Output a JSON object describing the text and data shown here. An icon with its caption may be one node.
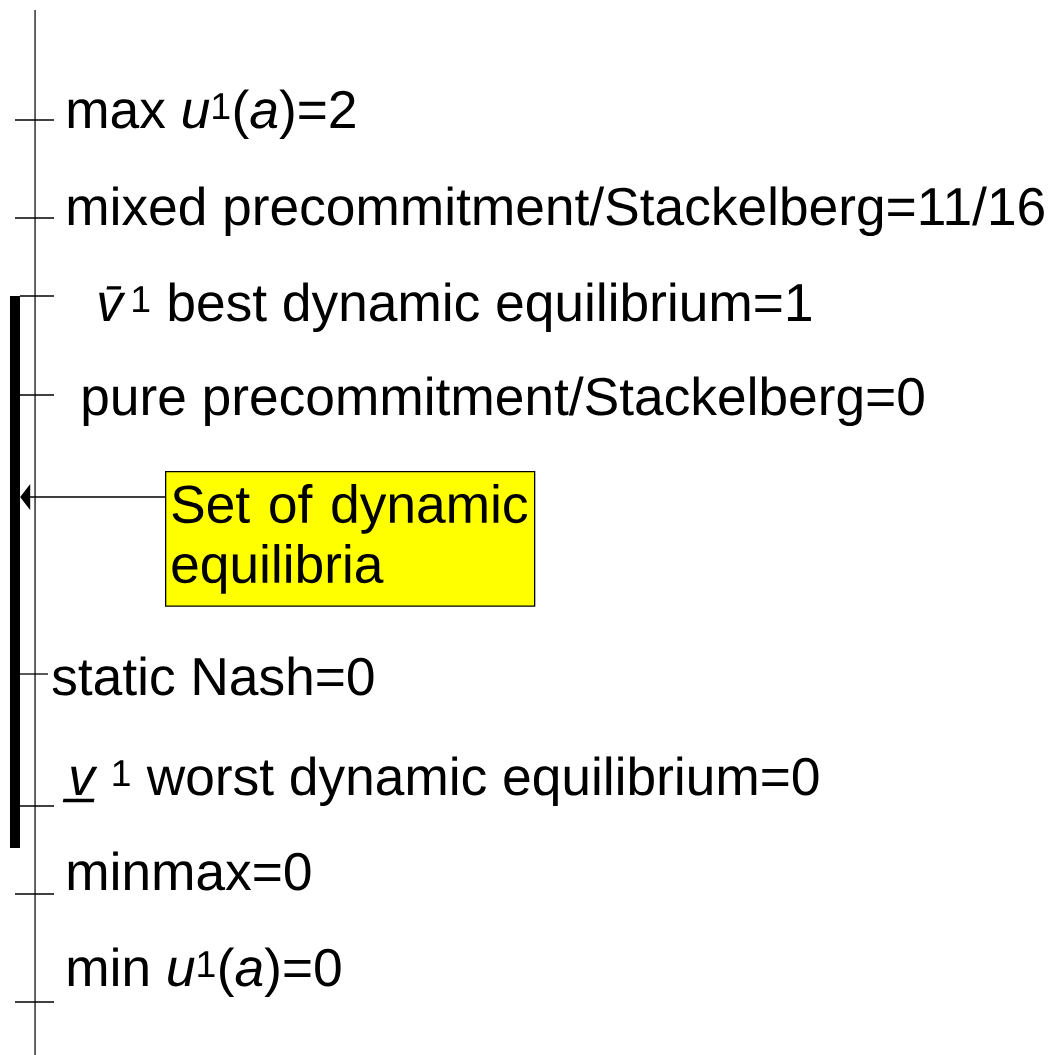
{
  "diagram": {
    "nodes": [
      {
        "text": [],
        "shape": "bar"
      },
      {
        "text": [
          "Set of dynamic equilibria"
        ]
      }
    ],
    "edges": [
      {
        "from": 1,
        "to": 0,
        "arrow": "to"
      }
    ],
    "labels": [
      "max *u*$^{1}$(*a*)=2",
      "mixed precommitment/Stackelberg=11/16",
      "*v̄*$^{1}$ best dynamic equilibrium=1",
      "pure precommitment/Stackelberg=0",
      "static Nash=0",
      "*v̲*$^{1}$ worst dynamic equilibrium=0",
      "minmax=0",
      "min *u*$^{1}$(*a*)=0"
    ]
  }
}
